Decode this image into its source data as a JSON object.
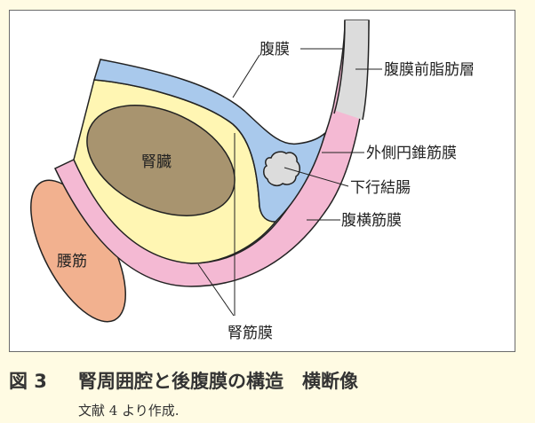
{
  "figure": {
    "number": "図 3",
    "title": "腎周囲腔と後腹膜の構造　横断像",
    "source": "文献 4 より作成."
  },
  "labels": {
    "peritoneum": "腹膜",
    "preperitoneal_fat": "腹膜前脂肪層",
    "lateroconal_fascia": "外側円錐筋膜",
    "descending_colon": "下行結腸",
    "transversalis_fascia": "腹横筋膜",
    "renal_fascia": "腎筋膜",
    "kidney": "腎臓",
    "psoas": "腰筋"
  },
  "colors": {
    "anterior_pararenal": "#a9c9ec",
    "perirenal": "#fff6b3",
    "transversalis": "#f4b9d3",
    "preperitoneal": "#dcdcdc",
    "kidney": "#a8946f",
    "psoas": "#f2b18f",
    "colon": "#dcdcdc"
  }
}
